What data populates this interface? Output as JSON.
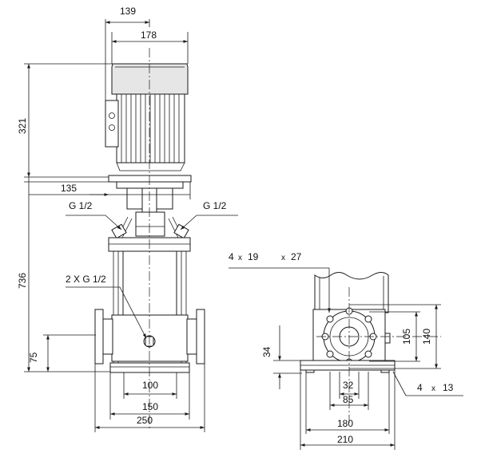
{
  "dimensions": {
    "top_width_139": "139",
    "top_width_178": "178",
    "height_321": "321",
    "flange_135": "135",
    "port_left": "G 1/2",
    "port_right": "G 1/2",
    "height_736": "736",
    "drain_ports": "2 X G 1/2",
    "height_75": "75",
    "width_100": "100",
    "width_150": "150",
    "width_250": "250",
    "bolts_count": "4",
    "bolts_x": "x",
    "bolts_dia": "19",
    "bolts_x2": "x",
    "bolts_pcd": "27",
    "height_105": "105",
    "height_140": "140",
    "height_34": "34",
    "width_32": "32",
    "width_85": "85",
    "feet_count": "4",
    "feet_x": "x",
    "feet_dia": "13",
    "width_180": "180",
    "width_210": "210"
  }
}
